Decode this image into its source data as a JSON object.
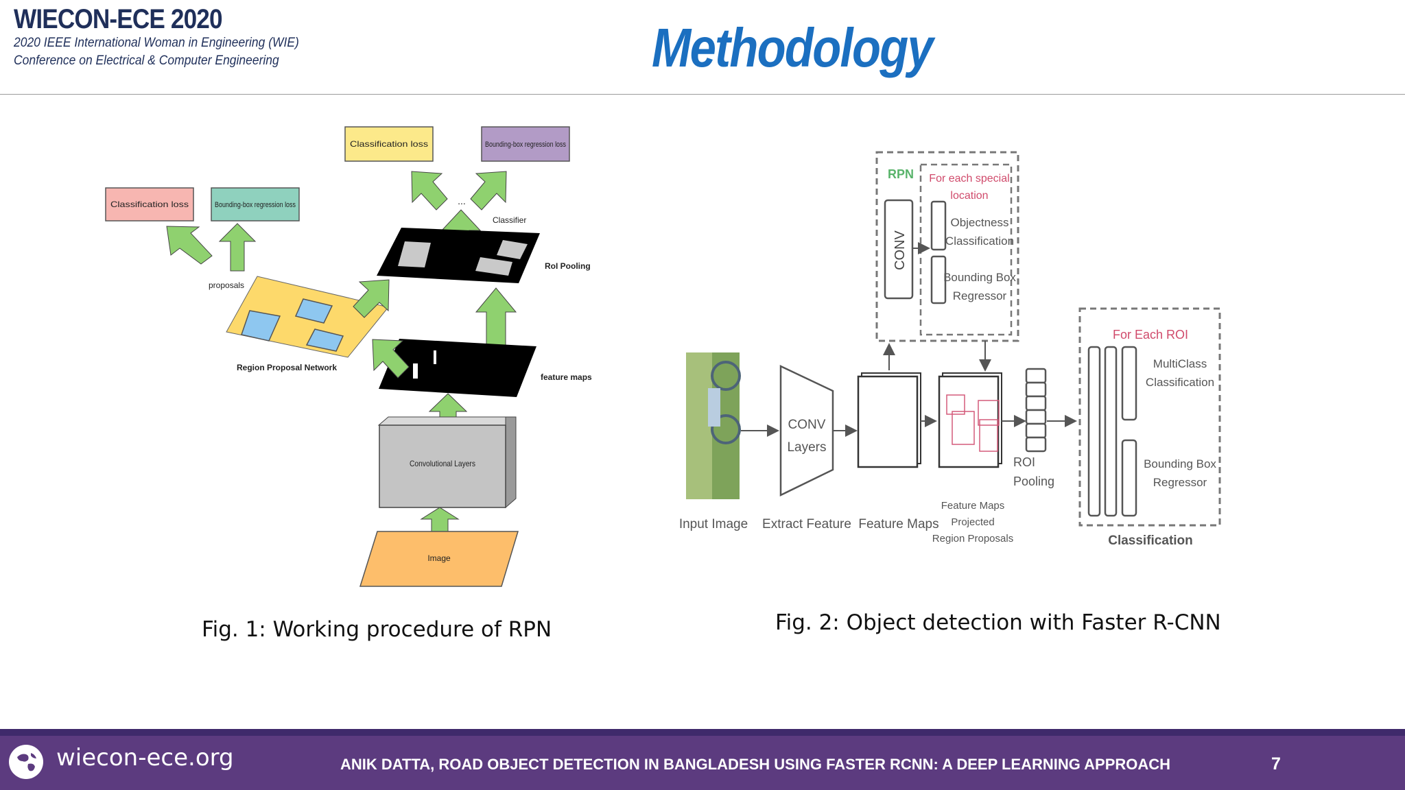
{
  "header": {
    "conference": "WIECON-ECE 2020",
    "subtitle_line1": "2020 IEEE  International  Woman in Engineering (WIE)",
    "subtitle_line2": "Conference on Electrical & Computer Engineering",
    "slide_title": "Methodology"
  },
  "fig1": {
    "caption": "Fig. 1: Working procedure of RPN",
    "labels": {
      "cls_loss_left": "Classification loss",
      "bbox_loss_left": "Bounding-box regression loss",
      "cls_loss_top": "Classification loss",
      "bbox_loss_top": "Bounding-box regression loss",
      "ellipsis": "...",
      "classifier": "Classifier",
      "roi_pooling": "RoI Pooling",
      "proposals": "proposals",
      "rpn": "Region Proposal Network",
      "feature_maps": "feature maps",
      "conv_layers": "Convolutional Layers",
      "image": "Image"
    }
  },
  "fig2": {
    "caption": "Fig. 2: Object detection with Faster R-CNN",
    "labels": {
      "rpn": "RPN",
      "for_each_spatial": "For each special location",
      "conv": "CONV",
      "objectness": "Objectness Classification",
      "bbox_regressor": "Bounding Box Regressor",
      "input_image": "Input Image",
      "conv_layers": "CONV Layers",
      "extract_feature": "Extract Feature",
      "feature_maps": "Feature Maps",
      "feature_maps_projected": "Feature Maps Projected Region Proposals",
      "roi_pooling": "ROI Pooling",
      "for_each_roi": "For Each ROI",
      "multiclass": "MultiClass Classification",
      "bbox_regressor_2": "Bounding Box Regressor",
      "classification": "Classification"
    }
  },
  "footer": {
    "website": "wiecon-ece.org",
    "text": "ANIK DATTA, ROAD OBJECT DETECTION IN BANGLADESH USING FASTER RCNN: A DEEP LEARNING APPROACH",
    "page_number": "7"
  },
  "colors": {
    "title_blue": "#1b6fc0",
    "navy": "#1f2f5a",
    "footer_purple": "#5c3b7f",
    "arrow_green": "#8fd16f"
  }
}
